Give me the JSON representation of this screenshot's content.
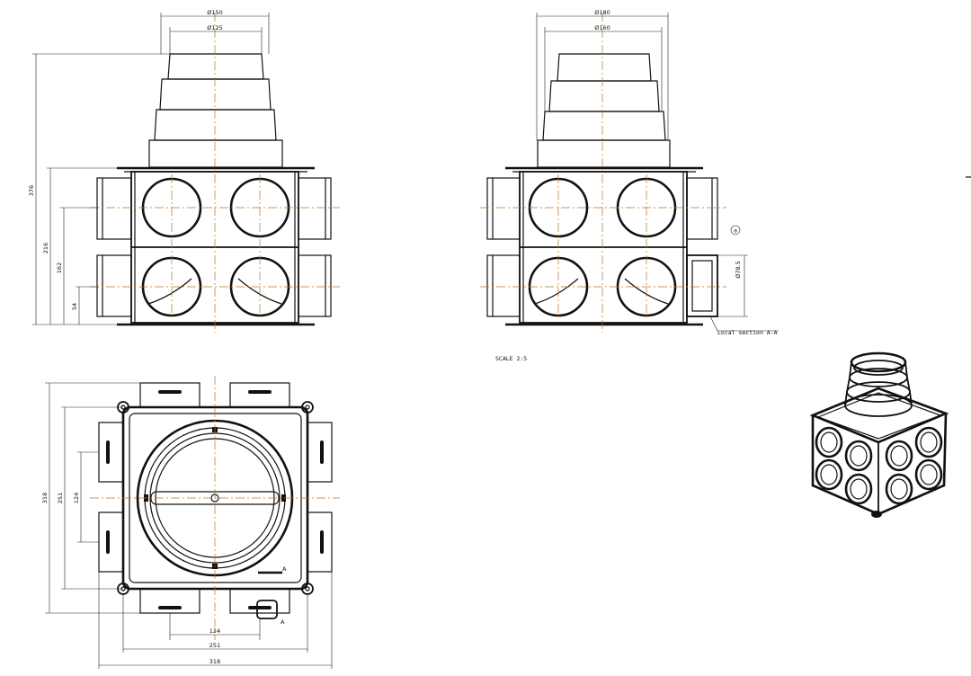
{
  "front_view": {
    "dims": {
      "outer_dia": "Ø150",
      "inner_dia": "Ø125",
      "total_height": "376",
      "body_height": "216",
      "upper_row": "162",
      "lower_row": "54"
    }
  },
  "side_view": {
    "dims": {
      "outer_dia": "Ø180",
      "inner_dia": "Ø160",
      "spigot_dia": "Ø78.5",
      "section_marker": "a"
    },
    "section_label": "Local section A-A"
  },
  "scale_label": "SCALE 2:5",
  "plan_view": {
    "dims": {
      "overall_v": "318",
      "inner_v": "251",
      "spacing_v": "124",
      "spacing_h": "124",
      "inner_h": "251",
      "overall_h": "318"
    },
    "section_mark_top": "A",
    "section_mark_bottom": "A"
  }
}
